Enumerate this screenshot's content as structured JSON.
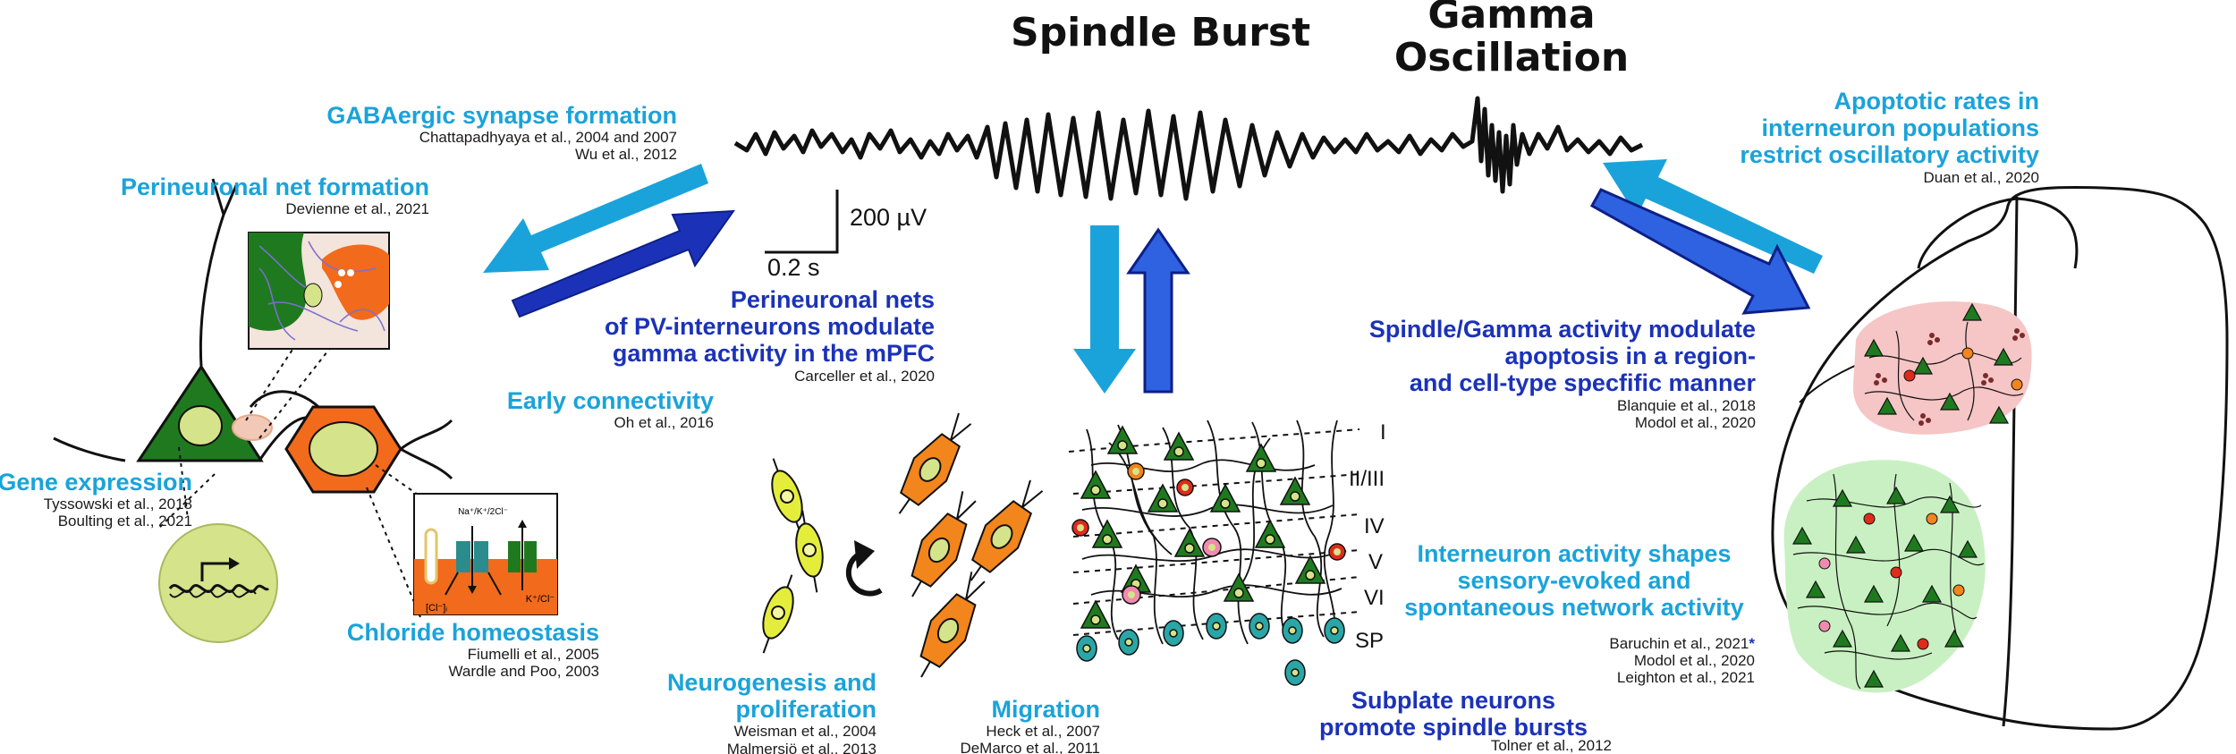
{
  "headings": {
    "spindle_burst": "Spindle Burst",
    "gamma_oscillation_line1": "Gamma",
    "gamma_oscillation_line2": "Oscillation"
  },
  "scale_bar": {
    "voltage": "200 µV",
    "time": "0.2 s"
  },
  "labels": {
    "gabaergic": {
      "title": "GABAergic synapse formation",
      "refs": [
        "Chattapadhyaya et al., 2004 and 2007",
        "Wu et al., 2012"
      ]
    },
    "perineuronal_formation": {
      "title": "Perineuronal net formation",
      "refs": [
        "Devienne et al., 2021"
      ]
    },
    "perineuronal_modulate": {
      "title": [
        "Perineuronal nets",
        "of PV-interneurons modulate",
        "gamma activity in the mPFC"
      ],
      "refs": [
        "Carceller et al., 2020"
      ]
    },
    "early_connectivity": {
      "title": "Early connectivity",
      "refs": [
        "Oh et al., 2016"
      ]
    },
    "gene_expression": {
      "title": "Gene expression",
      "refs": [
        "Tyssowski et al., 2018",
        "Boulting et al., 2021"
      ]
    },
    "chloride": {
      "title": "Chloride homeostasis",
      "refs": [
        "Fiumelli et al., 2005",
        "Wardle and Poo, 2003"
      ]
    },
    "neurogenesis": {
      "title": [
        "Neurogenesis and",
        "proliferation"
      ],
      "refs": [
        "Weisman et al., 2004",
        "Malmersjö et al., 2013"
      ]
    },
    "migration": {
      "title": "Migration",
      "refs": [
        "Heck et al., 2007",
        "DeMarco et al., 2011"
      ]
    },
    "subplate": {
      "title": [
        "Subplate neurons",
        "promote spindle bursts"
      ],
      "refs": [
        "Tolner et al., 2012"
      ]
    },
    "apoptotic": {
      "title": [
        "Apoptotic rates in",
        "interneuron populations",
        "restrict oscillatory activity"
      ],
      "refs": [
        "Duan et al., 2020"
      ]
    },
    "spindle_gamma": {
      "title": [
        "Spindle/Gamma activity modulate",
        "apoptosis in a region-",
        "and cell-type specfific manner"
      ],
      "refs": [
        "Blanquie et al., 2018",
        "Modol et al., 2020"
      ]
    },
    "interneuron_activity": {
      "title": [
        "Interneuron activity shapes",
        "sensory-evoked and",
        "spontaneous network activity"
      ],
      "refs": [
        "Baruchin et al., 2021",
        "Modol et al., 2020",
        "Leighton et al., 2021"
      ],
      "asterisk": "*"
    }
  },
  "cortical_layers": [
    "I",
    "II/III",
    "IV",
    "V",
    "VI",
    "SP"
  ],
  "chloride_inset": {
    "transporter1": "Na⁺/K⁺/2Cl⁻",
    "transporter2": "K⁺/Cl⁻",
    "ion": "[Cl⁻]ᵢ"
  },
  "colors": {
    "cyan": "#1aa3da",
    "navy": "#1b32b8",
    "pyramidal_green": "#1f7a1f",
    "interneuron_orange": "#f26a1b",
    "soma_yellow": "#d5e38a",
    "teal_subplate": "#2aa6a6",
    "red_region": "#f6c5c5",
    "green_region": "#c9f0c2"
  }
}
